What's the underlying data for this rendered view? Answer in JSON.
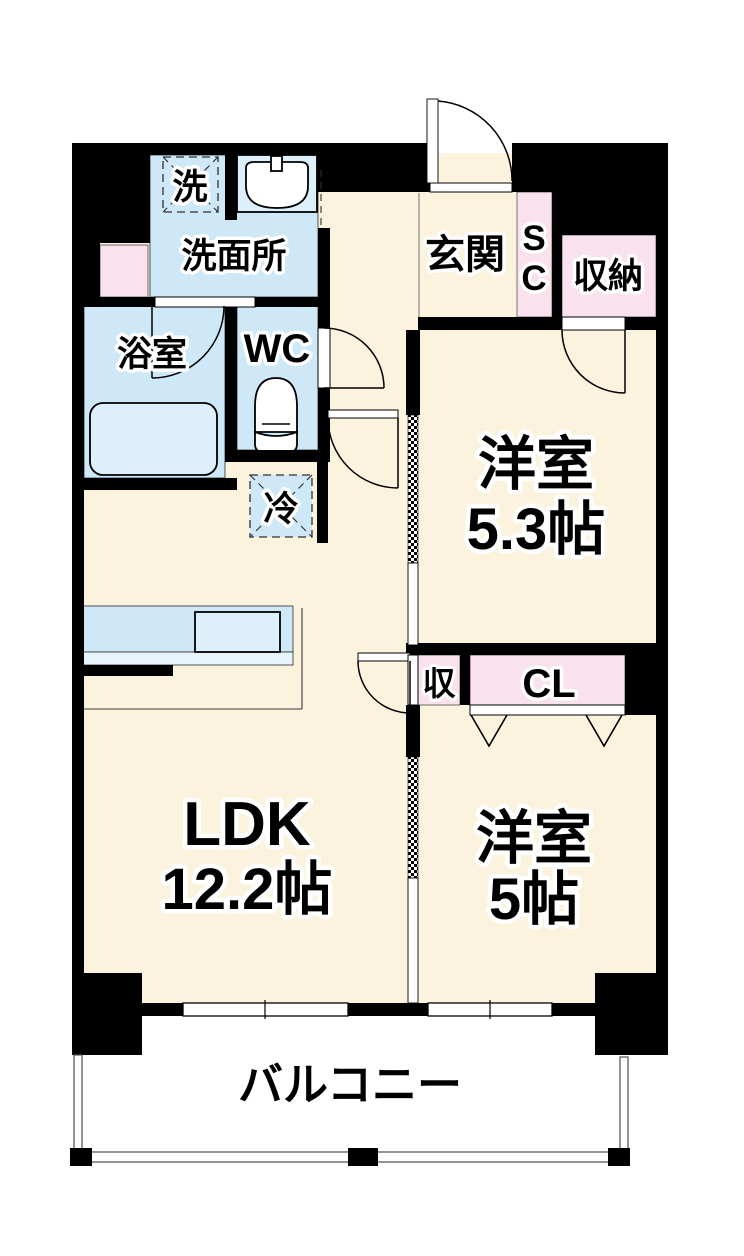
{
  "plan": {
    "type": "apartment-floor-plan",
    "colors": {
      "floor": "#FCF3DE",
      "wet_area": "#CEE8F7",
      "closet": "#F9E2EE",
      "wall": "#000000",
      "sink_fill": "#DDEFFB"
    },
    "rooms": {
      "laundry": {
        "label": "洗"
      },
      "washroom": {
        "label": "洗面所"
      },
      "bathroom": {
        "label": "浴室"
      },
      "toilet": {
        "label": "WC"
      },
      "entrance": {
        "label": "玄関"
      },
      "shoe_closet": {
        "line1": "S",
        "line2": "C"
      },
      "storage": {
        "label": "収納"
      },
      "western_room_1": {
        "label": "洋室",
        "size": "5.3帖"
      },
      "fridge": {
        "label": "冷"
      },
      "ldk": {
        "label": "LDK",
        "size": "12.2帖"
      },
      "storage_small": {
        "label": "収"
      },
      "closet": {
        "label": "CL"
      },
      "western_room_2": {
        "label": "洋室",
        "size": "5帖"
      },
      "balcony": {
        "label": "バルコニー"
      }
    }
  }
}
